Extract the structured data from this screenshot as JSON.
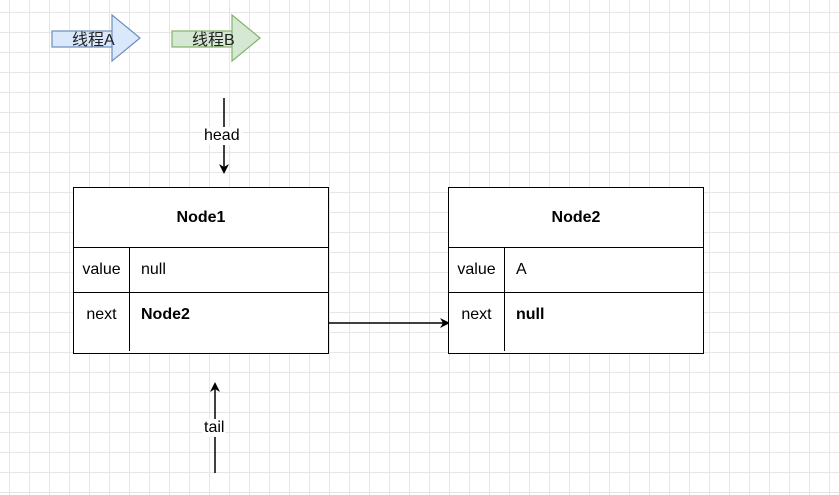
{
  "legend": {
    "thread_a": {
      "label": "线程A",
      "fill": "#dae8fc",
      "stroke": "#6c8ebf"
    },
    "thread_b": {
      "label": "线程B",
      "fill": "#d5e8d4",
      "stroke": "#82b366"
    }
  },
  "nodes": [
    {
      "title": "Node1",
      "value_key": "value",
      "value": "null",
      "next_key": "next",
      "next": "Node2"
    },
    {
      "title": "Node2",
      "value_key": "value",
      "value": "A",
      "next_key": "next",
      "next": "null"
    }
  ],
  "pointers": {
    "head": "head",
    "tail": "tail"
  },
  "colors": {
    "stroke": "#000000",
    "grid": "#e6e6e6"
  }
}
